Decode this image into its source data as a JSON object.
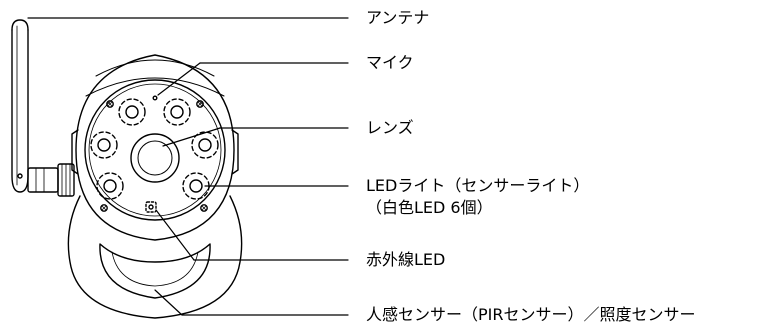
{
  "labels": {
    "antenna": "アンテナ",
    "microphone": "マイク",
    "lens": "レンズ",
    "led_light_line1": "LEDライト（センサーライト）",
    "led_light_line2": "（白色LED 6個）",
    "infrared_led": "赤外線LED",
    "sensor": "人感センサー（PIRセンサー）／照度センサー"
  },
  "colors": {
    "line": "#000000",
    "fill": "#ffffff"
  }
}
